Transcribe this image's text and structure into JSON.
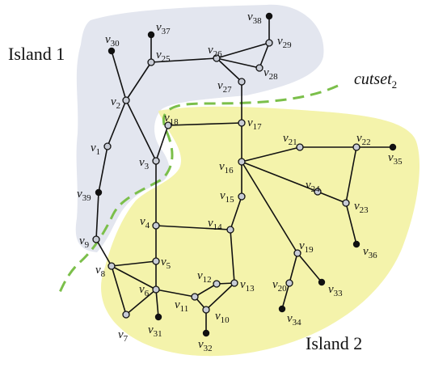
{
  "regions": {
    "island1": {
      "label": "Island 1",
      "color": "#e3e6ef"
    },
    "island2": {
      "label": "Island 2",
      "color": "#f4f3ab"
    }
  },
  "cutset": {
    "label": "cutset",
    "sub": "2",
    "color": "#7bbf4a"
  },
  "node_colors": {
    "bus": "#c8ccd6",
    "generator": "#111111"
  },
  "nodes": [
    {
      "id": "1",
      "type": "bus",
      "label": "v",
      "sub": "1"
    },
    {
      "id": "2",
      "type": "bus",
      "label": "v",
      "sub": "2"
    },
    {
      "id": "3",
      "type": "bus",
      "label": "v",
      "sub": "3"
    },
    {
      "id": "4",
      "type": "bus",
      "label": "v",
      "sub": "4"
    },
    {
      "id": "5",
      "type": "bus",
      "label": "v",
      "sub": "5"
    },
    {
      "id": "6",
      "type": "bus",
      "label": "v",
      "sub": "6"
    },
    {
      "id": "7",
      "type": "bus",
      "label": "v",
      "sub": "7"
    },
    {
      "id": "8",
      "type": "bus",
      "label": "v",
      "sub": "8"
    },
    {
      "id": "9",
      "type": "bus",
      "label": "v",
      "sub": "9"
    },
    {
      "id": "10",
      "type": "bus",
      "label": "v",
      "sub": "10"
    },
    {
      "id": "11",
      "type": "bus",
      "label": "v",
      "sub": "11"
    },
    {
      "id": "12",
      "type": "bus",
      "label": "v",
      "sub": "12"
    },
    {
      "id": "13",
      "type": "bus",
      "label": "v",
      "sub": "13"
    },
    {
      "id": "14",
      "type": "bus",
      "label": "v",
      "sub": "14"
    },
    {
      "id": "15",
      "type": "bus",
      "label": "v",
      "sub": "15"
    },
    {
      "id": "16",
      "type": "bus",
      "label": "v",
      "sub": "16"
    },
    {
      "id": "17",
      "type": "bus",
      "label": "v",
      "sub": "17"
    },
    {
      "id": "18",
      "type": "bus",
      "label": "v",
      "sub": "18"
    },
    {
      "id": "19",
      "type": "bus",
      "label": "v",
      "sub": "19"
    },
    {
      "id": "20",
      "type": "bus",
      "label": "v",
      "sub": "20"
    },
    {
      "id": "21",
      "type": "bus",
      "label": "v",
      "sub": "21"
    },
    {
      "id": "22",
      "type": "bus",
      "label": "v",
      "sub": "22"
    },
    {
      "id": "23",
      "type": "bus",
      "label": "v",
      "sub": "23"
    },
    {
      "id": "24",
      "type": "bus",
      "label": "v",
      "sub": "24"
    },
    {
      "id": "25",
      "type": "bus",
      "label": "v",
      "sub": "25"
    },
    {
      "id": "26",
      "type": "bus",
      "label": "v",
      "sub": "26"
    },
    {
      "id": "27",
      "type": "bus",
      "label": "v",
      "sub": "27"
    },
    {
      "id": "28",
      "type": "bus",
      "label": "v",
      "sub": "28"
    },
    {
      "id": "29",
      "type": "bus",
      "label": "v",
      "sub": "29"
    },
    {
      "id": "30",
      "type": "generator",
      "label": "v",
      "sub": "30"
    },
    {
      "id": "31",
      "type": "generator",
      "label": "v",
      "sub": "31"
    },
    {
      "id": "32",
      "type": "generator",
      "label": "v",
      "sub": "32"
    },
    {
      "id": "33",
      "type": "generator",
      "label": "v",
      "sub": "33"
    },
    {
      "id": "34",
      "type": "generator",
      "label": "v",
      "sub": "34"
    },
    {
      "id": "35",
      "type": "generator",
      "label": "v",
      "sub": "35"
    },
    {
      "id": "36",
      "type": "generator",
      "label": "v",
      "sub": "36"
    },
    {
      "id": "37",
      "type": "generator",
      "label": "v",
      "sub": "37"
    },
    {
      "id": "38",
      "type": "generator",
      "label": "v",
      "sub": "38"
    },
    {
      "id": "39",
      "type": "generator",
      "label": "v",
      "sub": "39"
    }
  ],
  "edges": [
    [
      "30",
      "2"
    ],
    [
      "2",
      "25"
    ],
    [
      "25",
      "37"
    ],
    [
      "25",
      "26"
    ],
    [
      "26",
      "29"
    ],
    [
      "26",
      "28"
    ],
    [
      "26",
      "27"
    ],
    [
      "29",
      "38"
    ],
    [
      "29",
      "28"
    ],
    [
      "27",
      "17"
    ],
    [
      "2",
      "1"
    ],
    [
      "2",
      "3"
    ],
    [
      "1",
      "39"
    ],
    [
      "39",
      "9"
    ],
    [
      "9",
      "8"
    ],
    [
      "3",
      "18"
    ],
    [
      "3",
      "4"
    ],
    [
      "18",
      "17"
    ],
    [
      "17",
      "16"
    ],
    [
      "16",
      "21"
    ],
    [
      "21",
      "22"
    ],
    [
      "22",
      "35"
    ],
    [
      "22",
      "23"
    ],
    [
      "16",
      "24"
    ],
    [
      "24",
      "23"
    ],
    [
      "23",
      "36"
    ],
    [
      "16",
      "19"
    ],
    [
      "19",
      "20"
    ],
    [
      "19",
      "33"
    ],
    [
      "20",
      "34"
    ],
    [
      "16",
      "15"
    ],
    [
      "15",
      "14"
    ],
    [
      "4",
      "14"
    ],
    [
      "4",
      "5"
    ],
    [
      "14",
      "13"
    ],
    [
      "8",
      "5"
    ],
    [
      "8",
      "7"
    ],
    [
      "8",
      "6"
    ],
    [
      "5",
      "6"
    ],
    [
      "7",
      "6"
    ],
    [
      "6",
      "31"
    ],
    [
      "6",
      "11"
    ],
    [
      "11",
      "12"
    ],
    [
      "12",
      "13"
    ],
    [
      "11",
      "10"
    ],
    [
      "10",
      "13"
    ],
    [
      "10",
      "32"
    ]
  ]
}
